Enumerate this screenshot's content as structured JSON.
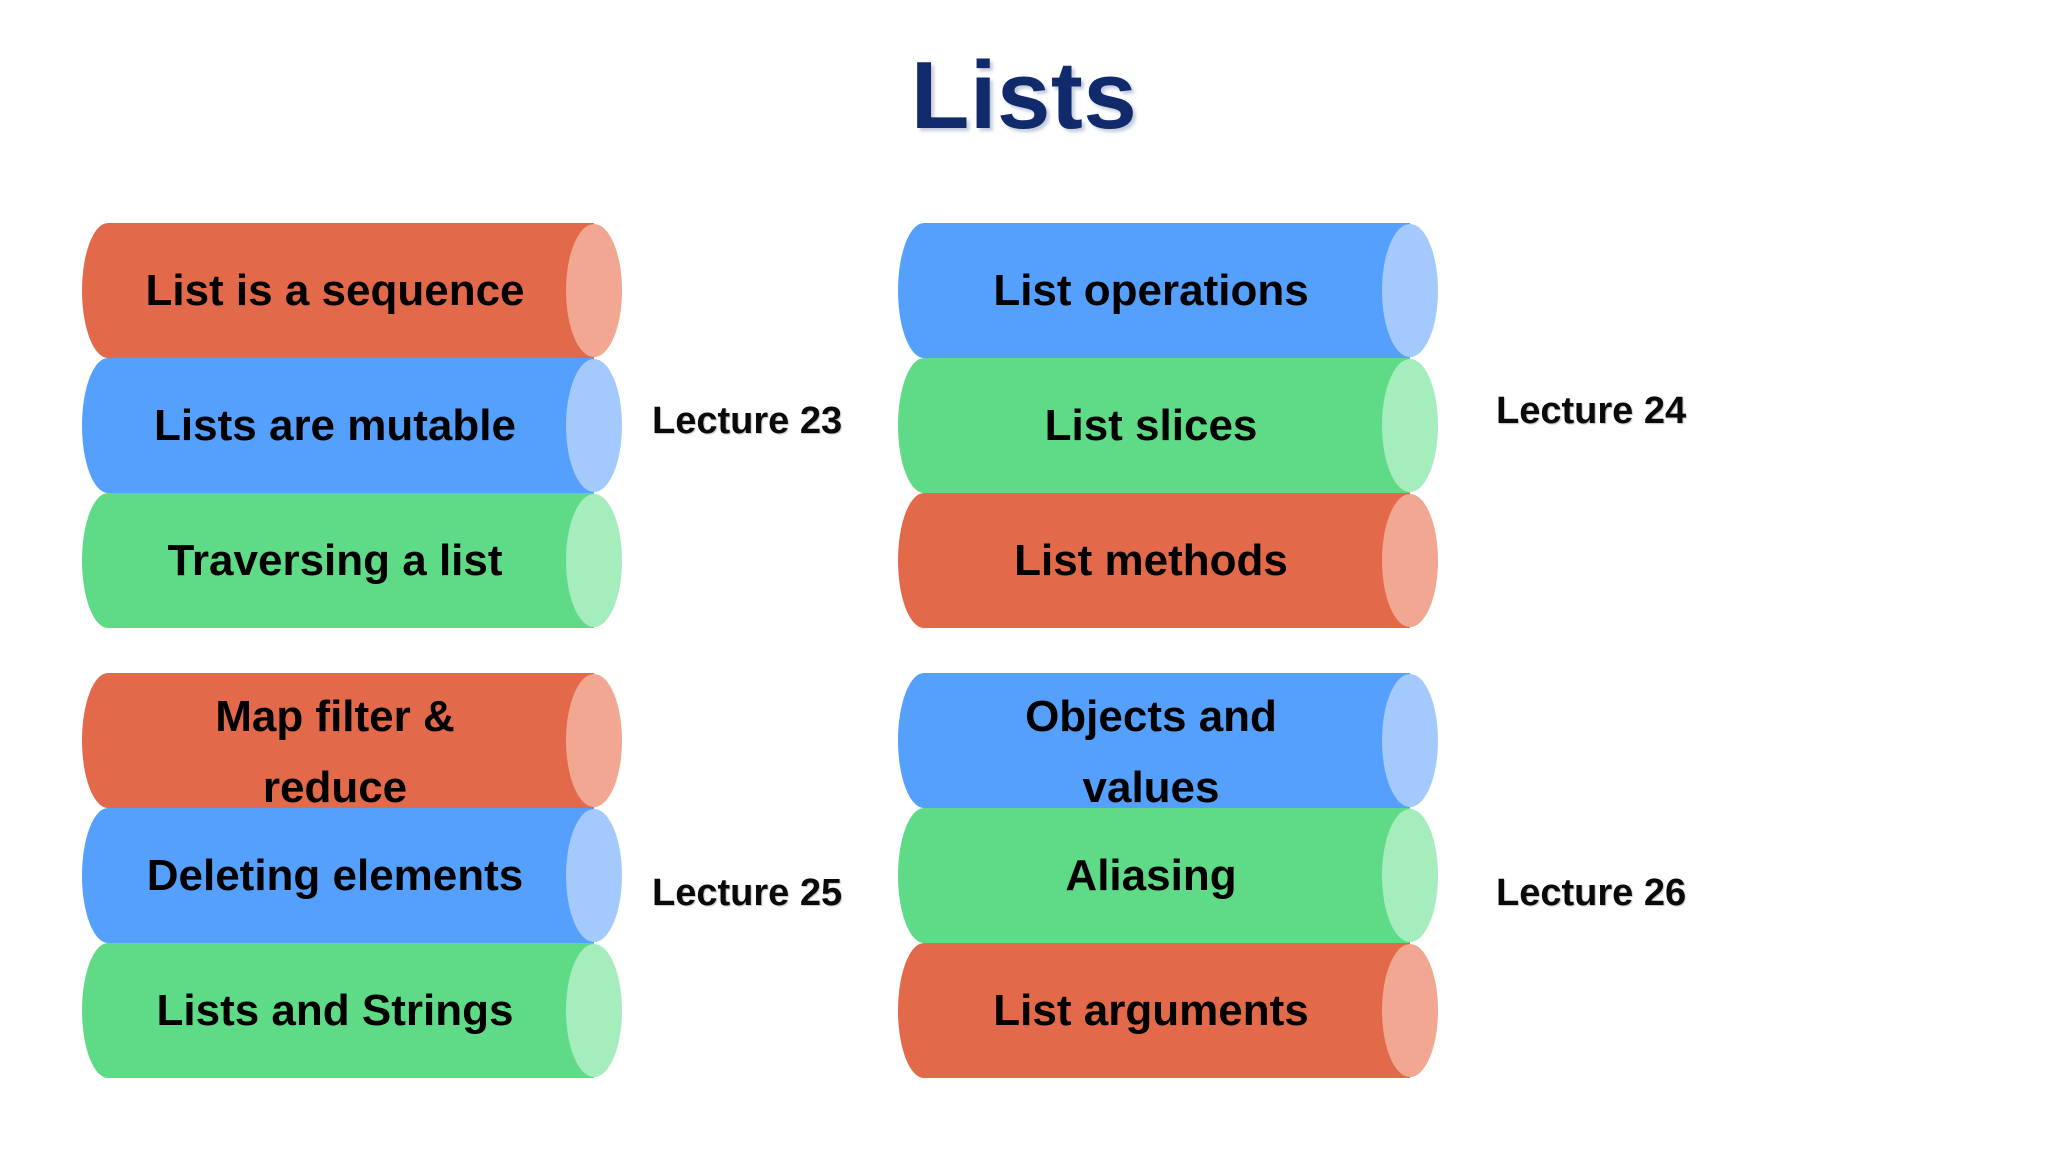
{
  "slide": {
    "title": "Lists",
    "title_color": "#112A6B",
    "background_color": "#FFFFFF"
  },
  "palette": {
    "red": "#E3694B",
    "red_cap": "#F1A791",
    "blue": "#55A0FC",
    "blue_cap": "#A3C9FD",
    "green": "#5FDB87",
    "green_cap": "#A5EDBC"
  },
  "groups": [
    {
      "id": "lecture-23",
      "lecture_label": "Lecture 23",
      "items": [
        {
          "label": "List is a sequence",
          "color": "red",
          "lines": 1
        },
        {
          "label": "Lists are mutable",
          "color": "blue",
          "lines": 1
        },
        {
          "label": "Traversing a list",
          "color": "green",
          "lines": 1
        }
      ]
    },
    {
      "id": "lecture-24",
      "lecture_label": "Lecture 24",
      "items": [
        {
          "label": "List operations",
          "color": "blue",
          "lines": 1
        },
        {
          "label": "List slices",
          "color": "green",
          "lines": 1
        },
        {
          "label": "List methods",
          "color": "red",
          "lines": 1
        }
      ]
    },
    {
      "id": "lecture-25",
      "lecture_label": "Lecture 25",
      "items": [
        {
          "label": "Map filter &\nreduce",
          "color": "red",
          "lines": 2
        },
        {
          "label": "Deleting elements",
          "color": "blue",
          "lines": 1
        },
        {
          "label": "Lists and Strings",
          "color": "green",
          "lines": 1
        }
      ]
    },
    {
      "id": "lecture-26",
      "lecture_label": "Lecture 26",
      "items": [
        {
          "label": "Objects and\nvalues",
          "color": "blue",
          "lines": 2
        },
        {
          "label": "Aliasing",
          "color": "green",
          "lines": 1
        },
        {
          "label": "List arguments",
          "color": "red",
          "lines": 1
        }
      ]
    }
  ]
}
